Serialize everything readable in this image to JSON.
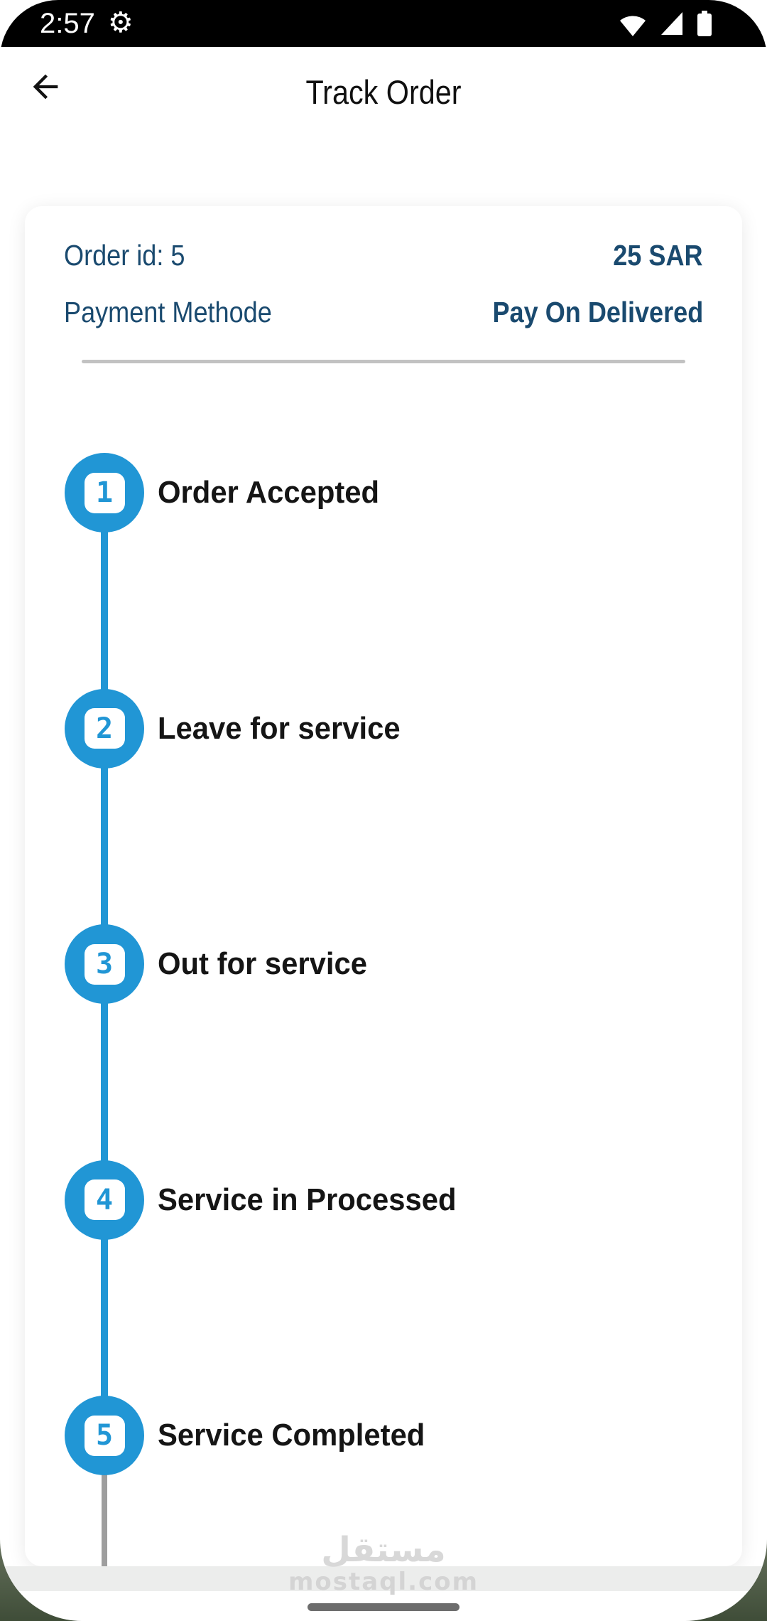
{
  "status_bar": {
    "time": "2:57",
    "gear_glyph": "⚙",
    "icons": [
      "gear-icon",
      "wifi-icon",
      "cellular-signal-icon",
      "battery-icon"
    ]
  },
  "header": {
    "title": "Track Order",
    "back_icon": "arrow-left-icon"
  },
  "order_card": {
    "order_id_label": "Order id: 5",
    "amount": "25 SAR",
    "payment_label": "Payment Methode",
    "payment_value": "Pay On Delivered"
  },
  "timeline": {
    "steps": [
      {
        "number": "1",
        "label": "Order Accepted"
      },
      {
        "number": "2",
        "label": "Leave for service"
      },
      {
        "number": "3",
        "label": "Out for service"
      },
      {
        "number": "4",
        "label": "Service in Processed"
      },
      {
        "number": "5",
        "label": "Service Completed"
      }
    ]
  },
  "watermark": {
    "arabic": "مستقل",
    "domain": "mostaql.com"
  },
  "colors": {
    "accent_blue": "#2196D5",
    "line_gray": "#9E9E9E",
    "navy": "#1A4A6F",
    "label_black": "#151515",
    "divider": "#C2C2C2",
    "band": "#ECEDEC",
    "watermark": "#D8D8D8",
    "home_indicator": "#6D6D6D",
    "status_bg": "#000000",
    "backdrop_green": "#3F4D38"
  }
}
